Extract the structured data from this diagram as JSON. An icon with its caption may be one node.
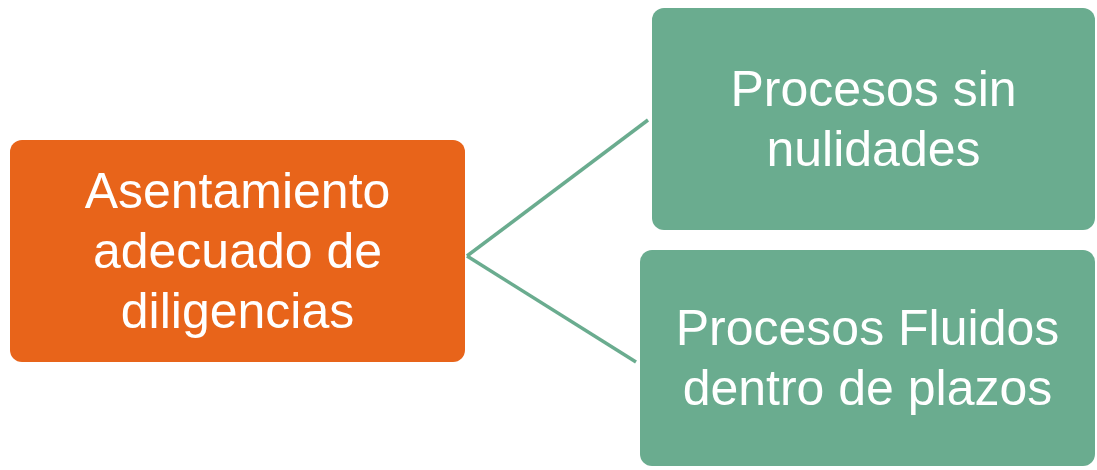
{
  "diagram": {
    "nodes": [
      {
        "text": [
          "Asentamiento adecuado de diligencias"
        ]
      },
      {
        "text": [
          "Procesos sin nulidades"
        ]
      },
      {
        "text": [
          "Procesos Fluidos dentro de plazos"
        ]
      }
    ],
    "edges": [
      {
        "from": 0,
        "to": 1,
        "arrow": "none"
      },
      {
        "from": 0,
        "to": 2,
        "arrow": "none"
      }
    ]
  }
}
